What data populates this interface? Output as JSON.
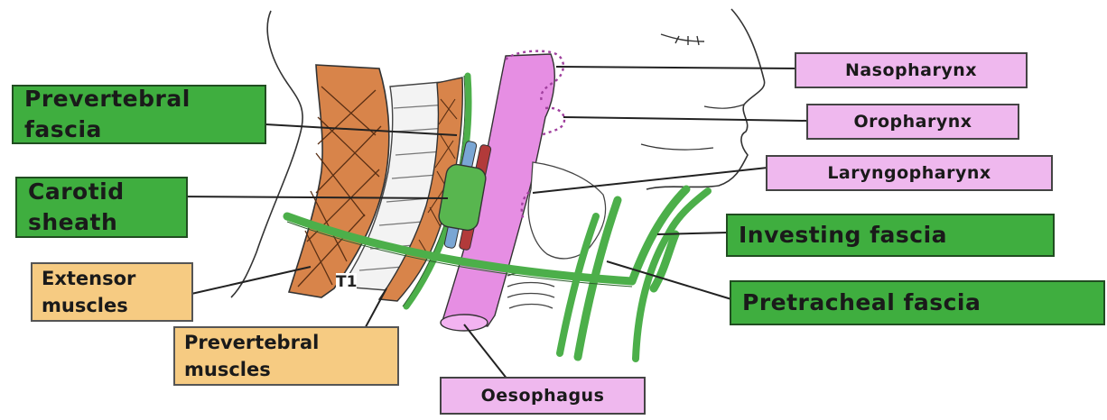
{
  "labels": {
    "nasopharynx": "Nasopharynx",
    "oropharynx": "Oropharynx",
    "laryngopharynx": "Laryngopharynx",
    "investing_fascia": "Investing fascia",
    "pretracheal_fascia": "Pretracheal fascia",
    "oesophagus": "Oesophagus",
    "prevertebral_fascia_line1": "Prevertebral",
    "prevertebral_fascia_line2": "fascia",
    "carotid_sheath_line1": "Carotid",
    "carotid_sheath_line2": "sheath",
    "extensor_muscles_line1": "Extensor",
    "extensor_muscles_line2": "muscles",
    "prevertebral_muscles_line1": "Prevertebral",
    "prevertebral_muscles_line2": "muscles",
    "vertebra_t1": "T1"
  },
  "colors": {
    "green_label": "#3fae3f",
    "pink_label": "#efb8ee",
    "orange_label": "#f6cb82",
    "fascia_green": "#4caf4a",
    "pharynx_pink": "#e68ee3",
    "muscle_orange": "#d8844a"
  }
}
